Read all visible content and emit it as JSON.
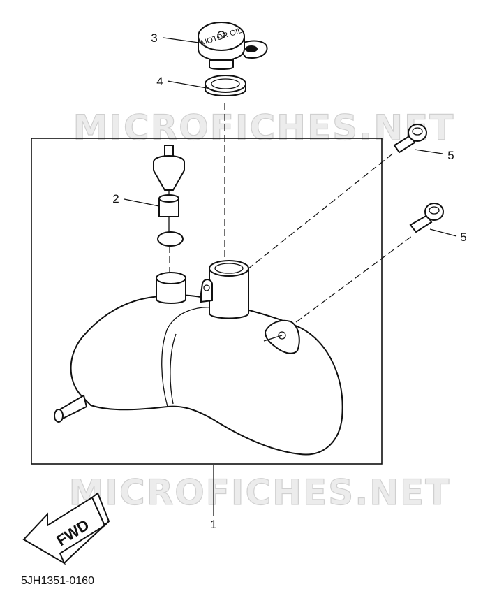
{
  "watermarks": [
    "MICROFICHES.NET",
    "MICROFICHES.NET"
  ],
  "callouts": {
    "tank": "1",
    "breather_valve": "2",
    "cap": "3",
    "gasket": "4",
    "bolt_upper": "5",
    "bolt_lower": "5"
  },
  "cap_lettering": "MOTOR OIL",
  "direction_arrow": {
    "label": "FWD"
  },
  "document_number": "5JH1351-0160",
  "colors": {
    "line": "#111111",
    "watermark_fill": "#ececec",
    "background": "#ffffff"
  }
}
